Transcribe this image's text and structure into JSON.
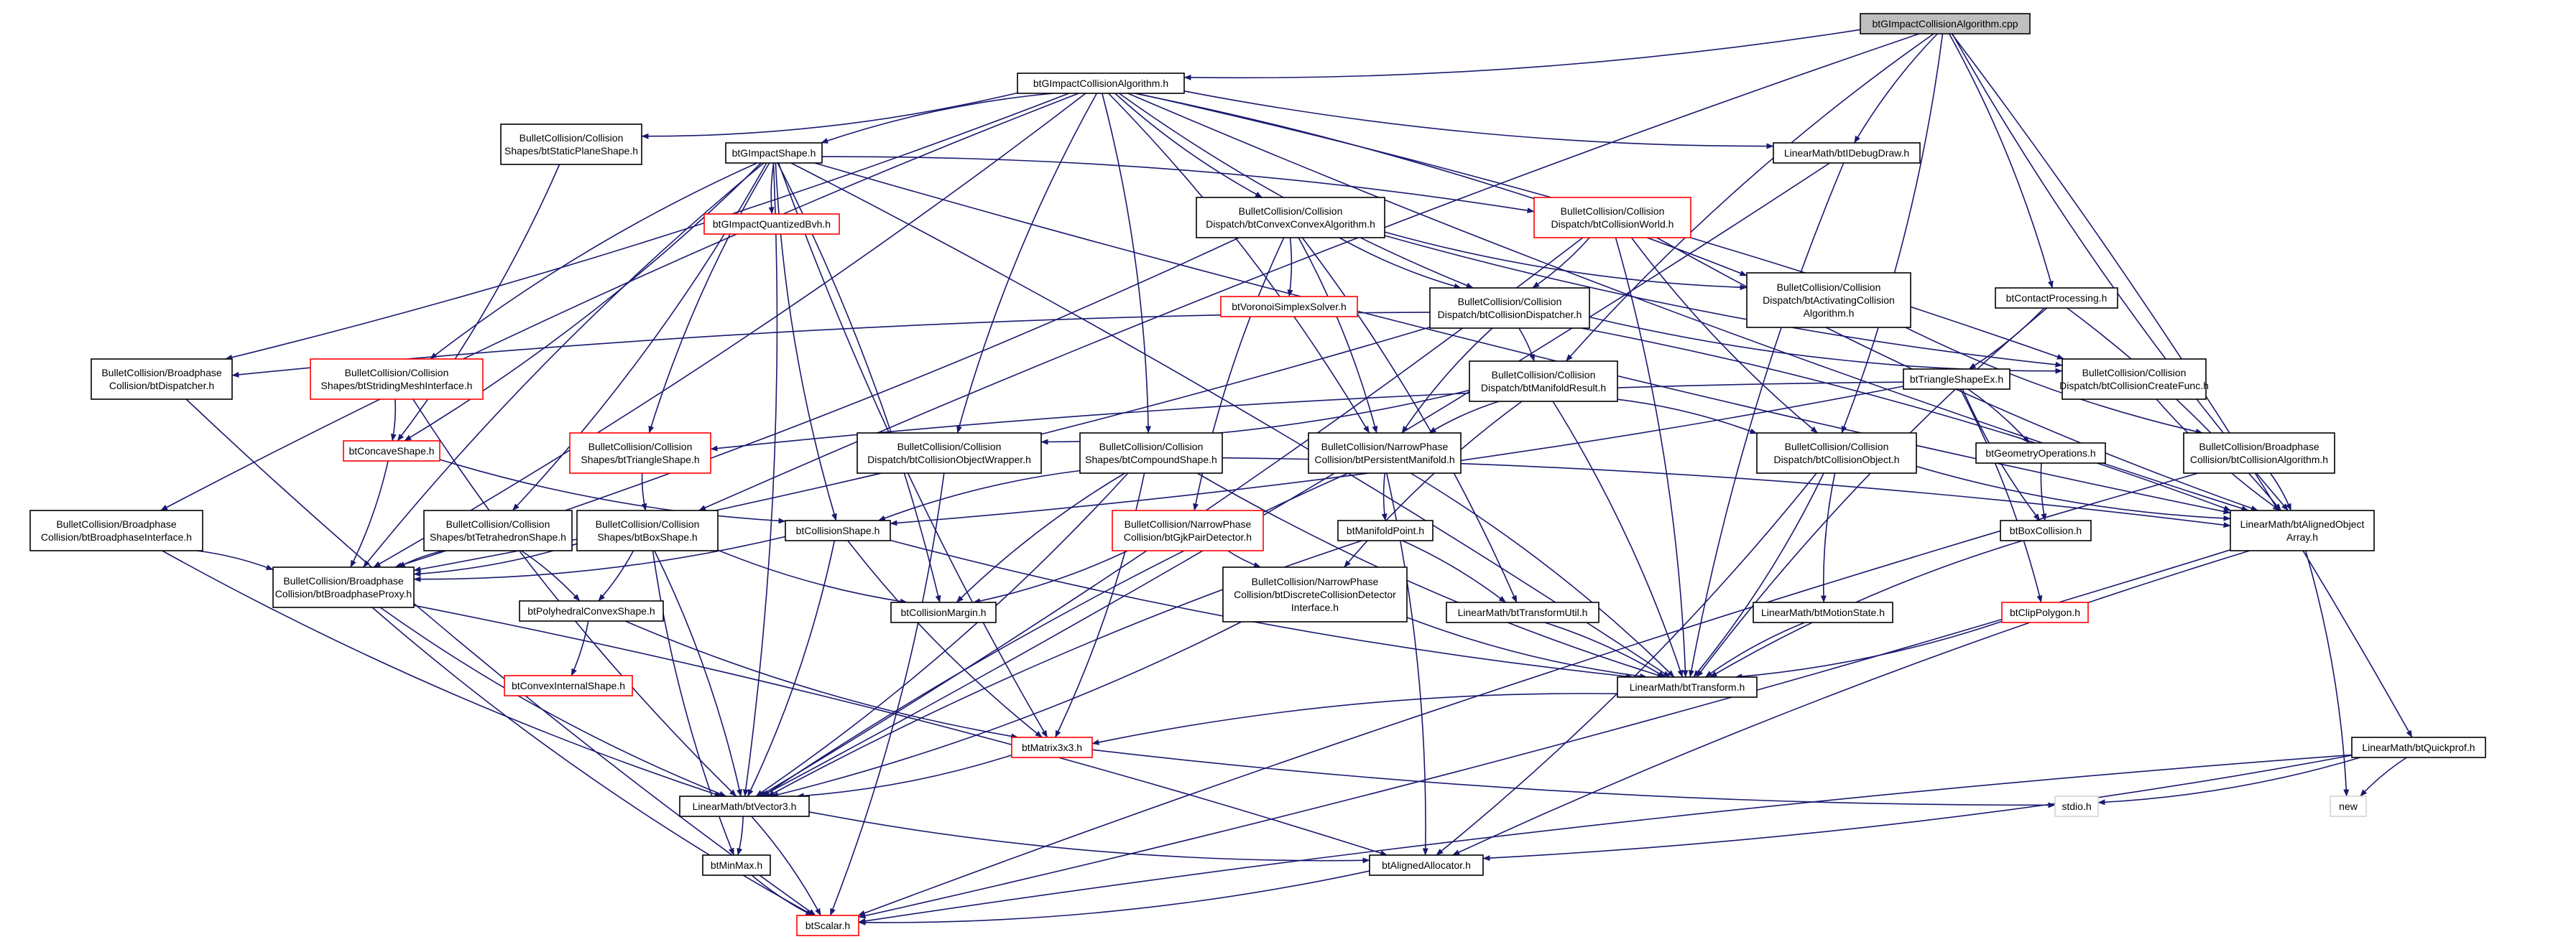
{
  "graph": {
    "root": "btGImpactCollisionAlgorithm.cpp",
    "colors": {
      "root_fill": "#bfbfbf",
      "node_border": "#000000",
      "undocumented_border": "#ff0000",
      "edge": "#191970",
      "text": "#000000",
      "background": "#ffffff"
    },
    "nodes": [
      {
        "id": "cpp",
        "lines": [
          "btGImpactCollisionAlgorithm.cpp"
        ],
        "style": "root"
      },
      {
        "id": "gica_h",
        "lines": [
          "btGImpactCollisionAlgorithm.h"
        ],
        "style": "normal"
      },
      {
        "id": "debugdraw",
        "lines": [
          "LinearMath/btIDebugDraw.h"
        ],
        "style": "normal"
      },
      {
        "id": "staticplane",
        "lines": [
          "BulletCollision/Collision",
          "Shapes/btStaticPlaneShape.h"
        ],
        "style": "normal"
      },
      {
        "id": "gimpactshape",
        "lines": [
          "btGImpactShape.h"
        ],
        "style": "normal"
      },
      {
        "id": "quantbvh",
        "lines": [
          "btGImpactQuantizedBvh.h"
        ],
        "style": "red"
      },
      {
        "id": "convexconvex",
        "lines": [
          "BulletCollision/Collision",
          "Dispatch/btConvexConvexAlgorithm.h"
        ],
        "style": "normal"
      },
      {
        "id": "collworld",
        "lines": [
          "BulletCollision/Collision",
          "Dispatch/btCollisionWorld.h"
        ],
        "style": "red"
      },
      {
        "id": "voronoi",
        "lines": [
          "btVoronoiSimplexSolver.h"
        ],
        "style": "red"
      },
      {
        "id": "colldispatcher",
        "lines": [
          "BulletCollision/Collision",
          "Dispatch/btCollisionDispatcher.h"
        ],
        "style": "normal"
      },
      {
        "id": "activating",
        "lines": [
          "BulletCollision/Collision",
          "Dispatch/btActivatingCollision",
          "Algorithm.h"
        ],
        "style": "normal"
      },
      {
        "id": "contactproc",
        "lines": [
          "btContactProcessing.h"
        ],
        "style": "normal"
      },
      {
        "id": "dispatcher",
        "lines": [
          "BulletCollision/Broadphase",
          "Collision/btDispatcher.h"
        ],
        "style": "normal"
      },
      {
        "id": "stridingmesh",
        "lines": [
          "BulletCollision/Collision",
          "Shapes/btStridingMeshInterface.h"
        ],
        "style": "red"
      },
      {
        "id": "manifoldresult",
        "lines": [
          "BulletCollision/Collision",
          "Dispatch/btManifoldResult.h"
        ],
        "style": "normal"
      },
      {
        "id": "createfunc",
        "lines": [
          "BulletCollision/Collision",
          "Dispatch/btCollisionCreateFunc.h"
        ],
        "style": "normal"
      },
      {
        "id": "triangleshapeex",
        "lines": [
          "btTriangleShapeEx.h"
        ],
        "style": "normal"
      },
      {
        "id": "concave",
        "lines": [
          "btConcaveShape.h"
        ],
        "style": "red"
      },
      {
        "id": "triangleshape",
        "lines": [
          "BulletCollision/Collision",
          "Shapes/btTriangleShape.h"
        ],
        "style": "red"
      },
      {
        "id": "objwrapper",
        "lines": [
          "BulletCollision/Collision",
          "Dispatch/btCollisionObjectWrapper.h"
        ],
        "style": "normal"
      },
      {
        "id": "compound",
        "lines": [
          "BulletCollision/Collision",
          "Shapes/btCompoundShape.h"
        ],
        "style": "normal"
      },
      {
        "id": "persistent",
        "lines": [
          "BulletCollision/NarrowPhase",
          "Collision/btPersistentManifold.h"
        ],
        "style": "normal"
      },
      {
        "id": "collobject",
        "lines": [
          "BulletCollision/Collision",
          "Dispatch/btCollisionObject.h"
        ],
        "style": "normal"
      },
      {
        "id": "geomops",
        "lines": [
          "btGeometryOperations.h"
        ],
        "style": "normal"
      },
      {
        "id": "bpalgo",
        "lines": [
          "BulletCollision/Broadphase",
          "Collision/btCollisionAlgorithm.h"
        ],
        "style": "normal"
      },
      {
        "id": "bpinterface",
        "lines": [
          "BulletCollision/Broadphase",
          "Collision/btBroadphaseInterface.h"
        ],
        "style": "normal"
      },
      {
        "id": "tetra",
        "lines": [
          "BulletCollision/Collision",
          "Shapes/btTetrahedronShape.h"
        ],
        "style": "normal"
      },
      {
        "id": "boxshape",
        "lines": [
          "BulletCollision/Collision",
          "Shapes/btBoxShape.h"
        ],
        "style": "normal"
      },
      {
        "id": "collshape",
        "lines": [
          "btCollisionShape.h"
        ],
        "style": "normal"
      },
      {
        "id": "gjkpair",
        "lines": [
          "BulletCollision/NarrowPhase",
          "Collision/btGjkPairDetector.h"
        ],
        "style": "red"
      },
      {
        "id": "manifoldpoint",
        "lines": [
          "btManifoldPoint.h"
        ],
        "style": "normal"
      },
      {
        "id": "boxcollision",
        "lines": [
          "btBoxCollision.h"
        ],
        "style": "normal"
      },
      {
        "id": "alignedarray",
        "lines": [
          "LinearMath/btAlignedObject",
          "Array.h"
        ],
        "style": "normal"
      },
      {
        "id": "bpproxy",
        "lines": [
          "BulletCollision/Broadphase",
          "Collision/btBroadphaseProxy.h"
        ],
        "style": "normal"
      },
      {
        "id": "polyconvex",
        "lines": [
          "btPolyhedralConvexShape.h"
        ],
        "style": "normal"
      },
      {
        "id": "collmargin",
        "lines": [
          "btCollisionMargin.h"
        ],
        "style": "normal"
      },
      {
        "id": "discretedet",
        "lines": [
          "BulletCollision/NarrowPhase",
          "Collision/btDiscreteCollisionDetector",
          "Interface.h"
        ],
        "style": "normal"
      },
      {
        "id": "transformutil",
        "lines": [
          "LinearMath/btTransformUtil.h"
        ],
        "style": "normal"
      },
      {
        "id": "motionstate",
        "lines": [
          "LinearMath/btMotionState.h"
        ],
        "style": "normal"
      },
      {
        "id": "clippolygon",
        "lines": [
          "btClipPolygon.h"
        ],
        "style": "red"
      },
      {
        "id": "convexinternal",
        "lines": [
          "btConvexInternalShape.h"
        ],
        "style": "red"
      },
      {
        "id": "transform",
        "lines": [
          "LinearMath/btTransform.h"
        ],
        "style": "normal"
      },
      {
        "id": "quickprof",
        "lines": [
          "LinearMath/btQuickprof.h"
        ],
        "style": "normal"
      },
      {
        "id": "matrix3x3",
        "lines": [
          "btMatrix3x3.h"
        ],
        "style": "red"
      },
      {
        "id": "vector3",
        "lines": [
          "LinearMath/btVector3.h"
        ],
        "style": "normal"
      },
      {
        "id": "stdio",
        "lines": [
          "stdio.h"
        ],
        "style": "plain"
      },
      {
        "id": "new",
        "lines": [
          "new"
        ],
        "style": "plain"
      },
      {
        "id": "minmax",
        "lines": [
          "btMinMax.h"
        ],
        "style": "normal"
      },
      {
        "id": "alignedalloc",
        "lines": [
          "btAlignedAllocator.h"
        ],
        "style": "normal"
      },
      {
        "id": "scalar",
        "lines": [
          "btScalar.h"
        ],
        "style": "red"
      }
    ],
    "edges": [
      [
        "cpp",
        "gica_h"
      ],
      [
        "cpp",
        "debugdraw"
      ],
      [
        "cpp",
        "contactproc"
      ],
      [
        "cpp",
        "manifoldresult"
      ],
      [
        "cpp",
        "collobject"
      ],
      [
        "cpp",
        "alignedarray"
      ],
      [
        "cpp",
        "quickprof"
      ],
      [
        "cpp",
        "boxshape"
      ],
      [
        "gica_h",
        "dispatcher"
      ],
      [
        "gica_h",
        "bpinterface"
      ],
      [
        "gica_h",
        "staticplane"
      ],
      [
        "gica_h",
        "gimpactshape"
      ],
      [
        "gica_h",
        "bpproxy"
      ],
      [
        "gica_h",
        "objwrapper"
      ],
      [
        "gica_h",
        "compound"
      ],
      [
        "gica_h",
        "convexconvex"
      ],
      [
        "gica_h",
        "persistent"
      ],
      [
        "gica_h",
        "colldispatcher"
      ],
      [
        "gica_h",
        "activating"
      ],
      [
        "gica_h",
        "debugdraw"
      ],
      [
        "gica_h",
        "createfunc"
      ],
      [
        "gica_h",
        "alignedarray"
      ],
      [
        "debugdraw",
        "vector3"
      ],
      [
        "debugdraw",
        "transform"
      ],
      [
        "staticplane",
        "concave"
      ],
      [
        "gimpactshape",
        "quantbvh"
      ],
      [
        "gimpactshape",
        "collworld"
      ],
      [
        "gimpactshape",
        "stridingmesh"
      ],
      [
        "gimpactshape",
        "concave"
      ],
      [
        "gimpactshape",
        "triangleshape"
      ],
      [
        "gimpactshape",
        "tetra"
      ],
      [
        "gimpactshape",
        "collshape"
      ],
      [
        "gimpactshape",
        "collmargin"
      ],
      [
        "gimpactshape",
        "matrix3x3"
      ],
      [
        "gimpactshape",
        "transform"
      ],
      [
        "gimpactshape",
        "alignedarray"
      ],
      [
        "gimpactshape",
        "vector3"
      ],
      [
        "gimpactshape",
        "bpproxy"
      ],
      [
        "convexconvex",
        "voronoi"
      ],
      [
        "convexconvex",
        "colldispatcher"
      ],
      [
        "convexconvex",
        "persistent"
      ],
      [
        "convexconvex",
        "gjkpair"
      ],
      [
        "convexconvex",
        "transformutil"
      ],
      [
        "convexconvex",
        "activating"
      ],
      [
        "convexconvex",
        "bpproxy"
      ],
      [
        "convexconvex",
        "createfunc"
      ],
      [
        "collworld",
        "colldispatcher"
      ],
      [
        "collworld",
        "collobject"
      ],
      [
        "collworld",
        "transform"
      ],
      [
        "collworld",
        "alignedarray"
      ],
      [
        "collworld",
        "vector3"
      ],
      [
        "colldispatcher",
        "dispatcher"
      ],
      [
        "colldispatcher",
        "manifoldresult"
      ],
      [
        "colldispatcher",
        "persistent"
      ],
      [
        "colldispatcher",
        "bpproxy"
      ],
      [
        "colldispatcher",
        "createfunc"
      ],
      [
        "colldispatcher",
        "alignedarray"
      ],
      [
        "activating",
        "bpalgo"
      ],
      [
        "contactproc",
        "triangleshapeex"
      ],
      [
        "contactproc",
        "transform"
      ],
      [
        "contactproc",
        "alignedarray"
      ],
      [
        "dispatcher",
        "scalar"
      ],
      [
        "stridingmesh",
        "concave"
      ],
      [
        "stridingmesh",
        "vector3"
      ],
      [
        "manifoldresult",
        "objwrapper"
      ],
      [
        "manifoldresult",
        "persistent"
      ],
      [
        "manifoldresult",
        "collobject"
      ],
      [
        "manifoldresult",
        "discretedet"
      ],
      [
        "manifoldresult",
        "transform"
      ],
      [
        "createfunc",
        "alignedarray"
      ],
      [
        "triangleshapeex",
        "geomops"
      ],
      [
        "triangleshapeex",
        "boxcollision"
      ],
      [
        "triangleshapeex",
        "clippolygon"
      ],
      [
        "triangleshapeex",
        "triangleshape"
      ],
      [
        "triangleshapeex",
        "collshape"
      ],
      [
        "concave",
        "collshape"
      ],
      [
        "concave",
        "bpproxy"
      ],
      [
        "triangleshape",
        "boxshape"
      ],
      [
        "objwrapper",
        "scalar"
      ],
      [
        "compound",
        "collshape"
      ],
      [
        "compound",
        "matrix3x3"
      ],
      [
        "compound",
        "transform"
      ],
      [
        "compound",
        "vector3"
      ],
      [
        "compound",
        "collmargin"
      ],
      [
        "compound",
        "alignedarray"
      ],
      [
        "persistent",
        "manifoldpoint"
      ],
      [
        "persistent",
        "transform"
      ],
      [
        "persistent",
        "vector3"
      ],
      [
        "persistent",
        "alignedalloc"
      ],
      [
        "collobject",
        "motionstate"
      ],
      [
        "collobject",
        "transform"
      ],
      [
        "collobject",
        "alignedarray"
      ],
      [
        "collobject",
        "alignedalloc"
      ],
      [
        "geomops",
        "boxcollision"
      ],
      [
        "bpalgo",
        "alignedarray"
      ],
      [
        "bpalgo",
        "scalar"
      ],
      [
        "bpinterface",
        "bpproxy"
      ],
      [
        "bpinterface",
        "vector3"
      ],
      [
        "tetra",
        "polyconvex"
      ],
      [
        "tetra",
        "bpproxy"
      ],
      [
        "boxshape",
        "polyconvex"
      ],
      [
        "boxshape",
        "collmargin"
      ],
      [
        "boxshape",
        "vector3"
      ],
      [
        "boxshape",
        "minmax"
      ],
      [
        "boxshape",
        "bpproxy"
      ],
      [
        "collshape",
        "transform"
      ],
      [
        "collshape",
        "vector3"
      ],
      [
        "collshape",
        "matrix3x3"
      ],
      [
        "collshape",
        "bpproxy"
      ],
      [
        "gjkpair",
        "discretedet"
      ],
      [
        "gjkpair",
        "collmargin"
      ],
      [
        "manifoldpoint",
        "vector3"
      ],
      [
        "manifoldpoint",
        "transformutil"
      ],
      [
        "boxcollision",
        "transform"
      ],
      [
        "alignedarray",
        "new"
      ],
      [
        "alignedarray",
        "alignedalloc"
      ],
      [
        "alignedarray",
        "scalar"
      ],
      [
        "bpproxy",
        "vector3"
      ],
      [
        "bpproxy",
        "alignedalloc"
      ],
      [
        "bpproxy",
        "scalar"
      ],
      [
        "polyconvex",
        "convexinternal"
      ],
      [
        "polyconvex",
        "matrix3x3"
      ],
      [
        "discretedet",
        "vector3"
      ],
      [
        "discretedet",
        "transform"
      ],
      [
        "transformutil",
        "transform"
      ],
      [
        "motionstate",
        "transform"
      ],
      [
        "clippolygon",
        "transform"
      ],
      [
        "transform",
        "matrix3x3"
      ],
      [
        "quickprof",
        "stdio"
      ],
      [
        "quickprof",
        "new"
      ],
      [
        "quickprof",
        "alignedalloc"
      ],
      [
        "quickprof",
        "scalar"
      ],
      [
        "matrix3x3",
        "vector3"
      ],
      [
        "matrix3x3",
        "stdio"
      ],
      [
        "vector3",
        "minmax"
      ],
      [
        "vector3",
        "alignedalloc"
      ],
      [
        "vector3",
        "scalar"
      ],
      [
        "minmax",
        "scalar"
      ],
      [
        "alignedalloc",
        "scalar"
      ]
    ]
  }
}
